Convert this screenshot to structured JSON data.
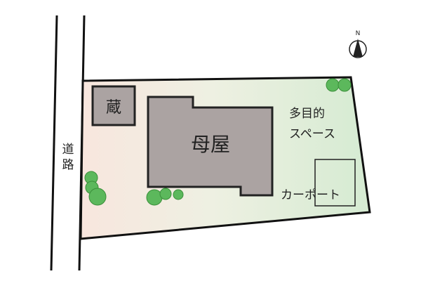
{
  "labels": {
    "road": "道路",
    "storehouse": "蔵",
    "main_house": "母屋",
    "multi_purpose_line1": "多目的",
    "multi_purpose_line2": "スペース",
    "carport": "カーポート",
    "north": "N"
  },
  "colors": {
    "building": "#aba3a2",
    "lot_left": "#f8e8e0",
    "lot_right": "#d8ecd4",
    "tree": "#4caf50",
    "outline": "#1a1a1a"
  }
}
